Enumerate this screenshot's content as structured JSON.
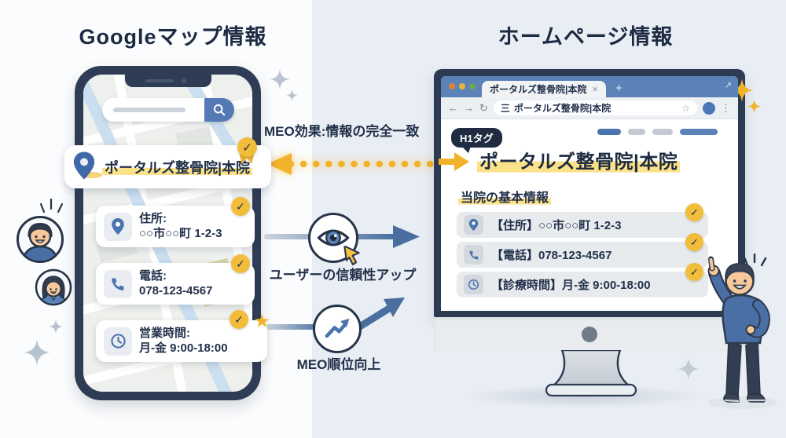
{
  "palette": {
    "navy": "#22304a",
    "frame_navy": "#2e3c55",
    "yellow": "#f2b32c",
    "highlight_yellow": "#fbe289",
    "blue": "#4a74b0",
    "browser_bar_blue": "#5b83b7",
    "row_gray": "#e7ebee",
    "bg_right": "#e9edf4"
  },
  "glyphs": {
    "check": "✓",
    "star": "★",
    "close": "×",
    "plus": "+",
    "back": "←",
    "forward": "→",
    "reload": "↻",
    "bookmark": "☆",
    "menu": "⋮",
    "expand": "↗",
    "list": "三"
  },
  "left": {
    "title": "Googleマップ情報",
    "phone": {
      "business_card": {
        "name": "ポータルズ整骨院|本院"
      },
      "cards": [
        {
          "icon": "pin-icon",
          "label": "住所:",
          "value": "○○市○○町 1-2-3"
        },
        {
          "icon": "phone-icon",
          "label": "電話:",
          "value": "078-123-4567"
        },
        {
          "icon": "clock-icon",
          "label": "営業時間:",
          "value": "月-金 9:00-18:00"
        }
      ]
    }
  },
  "middle": {
    "match_label": "MEO効果:情報の完全一致",
    "trust_label": "ユーザーの信頼性アップ",
    "rank_label": "MEO順位向上"
  },
  "right": {
    "title": "ホームページ情報",
    "browser": {
      "tab_title": "ポータルズ整骨院|本院",
      "url_text": "ポータルズ整骨院|本院",
      "h1_badge": "H1タグ",
      "h1": "ポータルズ整骨院|本院",
      "section_title": "当院の基本情報",
      "rows": [
        {
          "icon": "pin-icon",
          "text": "【住所】○○市○○町 1-2-3"
        },
        {
          "icon": "phone-icon",
          "text": "【電話】078-123-4567"
        },
        {
          "icon": "clock-icon",
          "text": "【診療時間】月-金 9:00-18:00"
        }
      ]
    }
  }
}
